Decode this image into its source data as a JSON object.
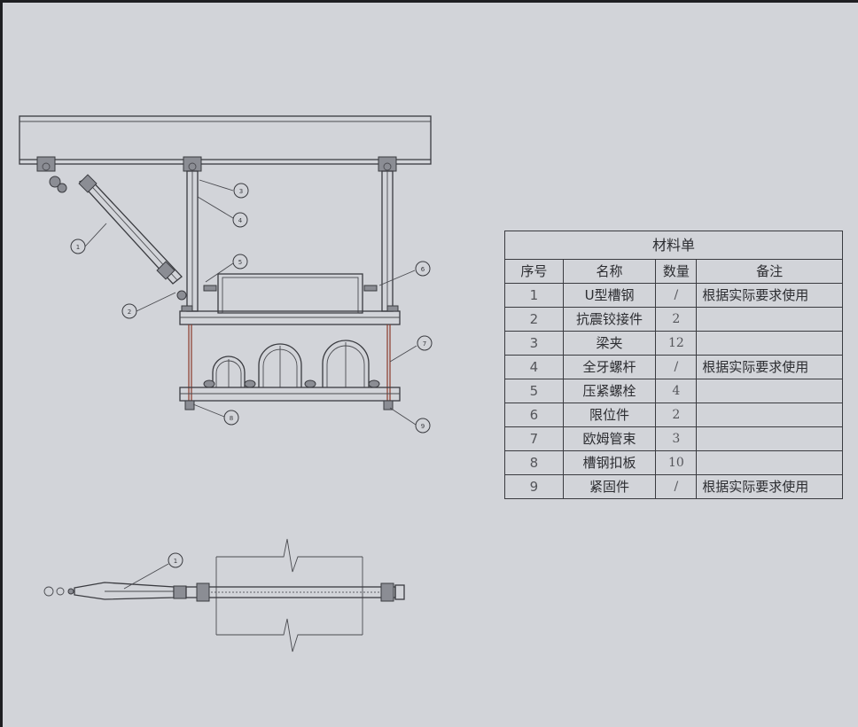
{
  "callouts": [
    "1",
    "2",
    "3",
    "4",
    "5",
    "6",
    "7",
    "8",
    "9"
  ],
  "plan_callout": "1",
  "bom": {
    "title": "材料单",
    "headers": [
      "序号",
      "名称",
      "数量",
      "备注"
    ],
    "rows": [
      {
        "no": "1",
        "name": "U型槽钢",
        "qty": "/",
        "note": "根据实际要求使用"
      },
      {
        "no": "2",
        "name": "抗震铰接件",
        "qty": "2",
        "note": ""
      },
      {
        "no": "3",
        "name": "梁夹",
        "qty": "12",
        "note": ""
      },
      {
        "no": "4",
        "name": "全牙螺杆",
        "qty": "/",
        "note": "根据实际要求使用"
      },
      {
        "no": "5",
        "name": "压紧螺栓",
        "qty": "4",
        "note": ""
      },
      {
        "no": "6",
        "name": "限位件",
        "qty": "2",
        "note": ""
      },
      {
        "no": "7",
        "name": "欧姆管束",
        "qty": "3",
        "note": ""
      },
      {
        "no": "8",
        "name": "槽钢扣板",
        "qty": "10",
        "note": ""
      },
      {
        "no": "9",
        "name": "紧固件",
        "qty": "/",
        "note": "根据实际要求使用"
      }
    ]
  }
}
